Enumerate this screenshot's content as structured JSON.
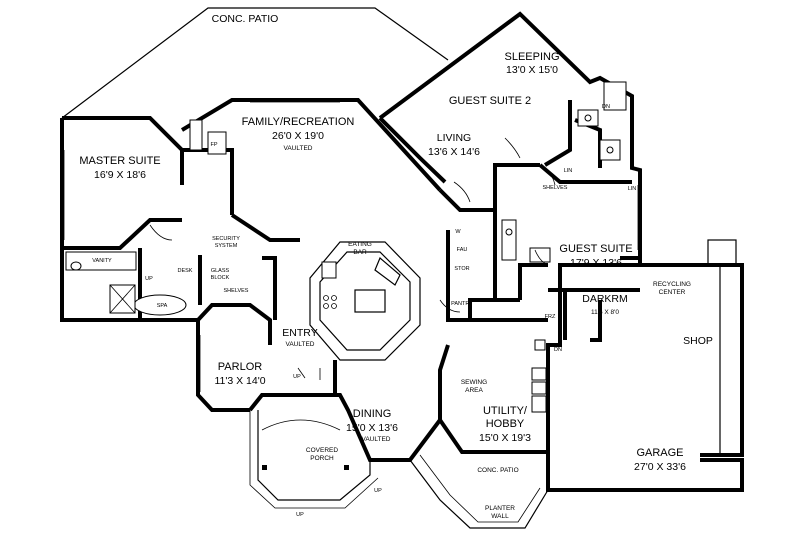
{
  "rooms": {
    "conc_patio_top": "CONC. PATIO",
    "sleeping": {
      "name": "SLEEPING",
      "dims": "13'0 X 15'0"
    },
    "guest_suite_2": "GUEST SUITE 2",
    "family": {
      "name": "FAMILY/RECREATION",
      "dims": "26'0 X 19'0",
      "note": "VAULTED"
    },
    "master": {
      "name": "MASTER SUITE",
      "dims": "16'9 X 18'6"
    },
    "living": {
      "name": "LIVING",
      "dims": "13'6 X 14'6"
    },
    "guest_suite": {
      "name": "GUEST SUITE",
      "dims": "17'9 X 13'6"
    },
    "darkrm": {
      "name": "DARKRM",
      "dims": "11'6 X 8'0"
    },
    "recycling": [
      "RECYCLING",
      "CENTER"
    ],
    "shop": "SHOP",
    "entry": {
      "name": "ENTRY",
      "note": "VAULTED"
    },
    "parlor": {
      "name": "PARLOR",
      "dims": "11'3 X 14'0"
    },
    "dining": {
      "name": "DINING",
      "dims": "15'0 X 13'6",
      "note": "VAULTED"
    },
    "utility": {
      "name1": "UTILITY/",
      "name2": "HOBBY",
      "dims": "15'0 X 19'3"
    },
    "garage": {
      "name": "GARAGE",
      "dims": "27'0 X 33'6"
    },
    "conc_patio_bottom": "CONC. PATIO",
    "covered_porch": [
      "COVERED",
      "PORCH"
    ],
    "planter_wall": [
      "PLANTER",
      "WALL"
    ],
    "sewing_area": [
      "SEWING",
      "AREA"
    ],
    "eating_bar": [
      "EATING",
      "BAR"
    ]
  },
  "fixtures": {
    "fp": "FP",
    "dn": "DN",
    "lin_1": "LIN",
    "lin_2": "LIN",
    "shelves_top": "SHELVES",
    "vanity": "VANITY",
    "spa": "SPA",
    "up_bath": "UP",
    "desk": "DESK",
    "glass_block": [
      "GLASS",
      "BLOCK"
    ],
    "shelves_left": "SHELVES",
    "security_system": [
      "SECURITY",
      "SYSTEM"
    ],
    "fau": "FAU",
    "stor": "STOR",
    "w": "W",
    "pantry": "PANTRY",
    "frz": "FRZ",
    "dn_utility": "DN",
    "up_porch": "UP",
    "up_bottom": "UP",
    "up_patio": "UP"
  }
}
